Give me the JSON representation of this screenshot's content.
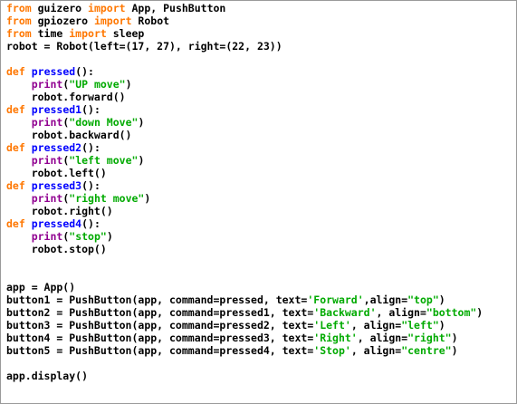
{
  "editor": {
    "colors": {
      "keyword": "#ff7700",
      "defname": "#0000ff",
      "builtin": "#900090",
      "string": "#00aa00",
      "text": "#000000",
      "background": "#ffffff"
    },
    "lines": [
      [
        {
          "t": "kw",
          "v": "from"
        },
        {
          "t": "n",
          "v": " guizero "
        },
        {
          "t": "kw",
          "v": "import"
        },
        {
          "t": "n",
          "v": " App, PushButton"
        }
      ],
      [
        {
          "t": "kw",
          "v": "from"
        },
        {
          "t": "n",
          "v": " gpiozero "
        },
        {
          "t": "kw",
          "v": "import"
        },
        {
          "t": "n",
          "v": " Robot"
        }
      ],
      [
        {
          "t": "kw",
          "v": "from"
        },
        {
          "t": "n",
          "v": " time "
        },
        {
          "t": "kw",
          "v": "import"
        },
        {
          "t": "n",
          "v": " sleep"
        }
      ],
      [
        {
          "t": "n",
          "v": "robot = Robot(left=(17, 27), right=(22, 23))"
        }
      ],
      [],
      [
        {
          "t": "kw",
          "v": "def"
        },
        {
          "t": "n",
          "v": " "
        },
        {
          "t": "fn",
          "v": "pressed"
        },
        {
          "t": "n",
          "v": "():"
        }
      ],
      [
        {
          "t": "n",
          "v": "    "
        },
        {
          "t": "bi",
          "v": "print"
        },
        {
          "t": "n",
          "v": "("
        },
        {
          "t": "str",
          "v": "\"UP move\""
        },
        {
          "t": "n",
          "v": ")"
        }
      ],
      [
        {
          "t": "n",
          "v": "    robot.forward()"
        }
      ],
      [
        {
          "t": "kw",
          "v": "def"
        },
        {
          "t": "n",
          "v": " "
        },
        {
          "t": "fn",
          "v": "pressed1"
        },
        {
          "t": "n",
          "v": "():"
        }
      ],
      [
        {
          "t": "n",
          "v": "    "
        },
        {
          "t": "bi",
          "v": "print"
        },
        {
          "t": "n",
          "v": "("
        },
        {
          "t": "str",
          "v": "\"down Move\""
        },
        {
          "t": "n",
          "v": ")"
        }
      ],
      [
        {
          "t": "n",
          "v": "    robot.backward()"
        }
      ],
      [
        {
          "t": "kw",
          "v": "def"
        },
        {
          "t": "n",
          "v": " "
        },
        {
          "t": "fn",
          "v": "pressed2"
        },
        {
          "t": "n",
          "v": "():"
        }
      ],
      [
        {
          "t": "n",
          "v": "    "
        },
        {
          "t": "bi",
          "v": "print"
        },
        {
          "t": "n",
          "v": "("
        },
        {
          "t": "str",
          "v": "\"left move\""
        },
        {
          "t": "n",
          "v": ")"
        }
      ],
      [
        {
          "t": "n",
          "v": "    robot.left()"
        }
      ],
      [
        {
          "t": "kw",
          "v": "def"
        },
        {
          "t": "n",
          "v": " "
        },
        {
          "t": "fn",
          "v": "pressed3"
        },
        {
          "t": "n",
          "v": "():"
        }
      ],
      [
        {
          "t": "n",
          "v": "    "
        },
        {
          "t": "bi",
          "v": "print"
        },
        {
          "t": "n",
          "v": "("
        },
        {
          "t": "str",
          "v": "\"right move\""
        },
        {
          "t": "n",
          "v": ")"
        }
      ],
      [
        {
          "t": "n",
          "v": "    robot.right()"
        }
      ],
      [
        {
          "t": "kw",
          "v": "def"
        },
        {
          "t": "n",
          "v": " "
        },
        {
          "t": "fn",
          "v": "pressed4"
        },
        {
          "t": "n",
          "v": "():"
        }
      ],
      [
        {
          "t": "n",
          "v": "    "
        },
        {
          "t": "bi",
          "v": "print"
        },
        {
          "t": "n",
          "v": "("
        },
        {
          "t": "str",
          "v": "\"stop\""
        },
        {
          "t": "n",
          "v": ")"
        }
      ],
      [
        {
          "t": "n",
          "v": "    robot.stop()"
        }
      ],
      [],
      [],
      [
        {
          "t": "n",
          "v": "app = App()"
        }
      ],
      [
        {
          "t": "n",
          "v": "button1 = PushButton(app, command=pressed, text="
        },
        {
          "t": "str",
          "v": "'Forward'"
        },
        {
          "t": "n",
          "v": ",align="
        },
        {
          "t": "str",
          "v": "\"top\""
        },
        {
          "t": "n",
          "v": ")"
        }
      ],
      [
        {
          "t": "n",
          "v": "button2 = PushButton(app, command=pressed1, text="
        },
        {
          "t": "str",
          "v": "'Backward'"
        },
        {
          "t": "n",
          "v": ", align="
        },
        {
          "t": "str",
          "v": "\"bottom\""
        },
        {
          "t": "n",
          "v": ")"
        }
      ],
      [
        {
          "t": "n",
          "v": "button3 = PushButton(app, command=pressed2, text="
        },
        {
          "t": "str",
          "v": "'Left'"
        },
        {
          "t": "n",
          "v": ", align="
        },
        {
          "t": "str",
          "v": "\"left\""
        },
        {
          "t": "n",
          "v": ")"
        }
      ],
      [
        {
          "t": "n",
          "v": "button4 = PushButton(app, command=pressed3, text="
        },
        {
          "t": "str",
          "v": "'Right'"
        },
        {
          "t": "n",
          "v": ", align="
        },
        {
          "t": "str",
          "v": "\"right\""
        },
        {
          "t": "n",
          "v": ")"
        }
      ],
      [
        {
          "t": "n",
          "v": "button5 = PushButton(app, command=pressed4, text="
        },
        {
          "t": "str",
          "v": "'Stop'"
        },
        {
          "t": "n",
          "v": ", align="
        },
        {
          "t": "str",
          "v": "\"centre\""
        },
        {
          "t": "n",
          "v": ")"
        }
      ],
      [],
      [
        {
          "t": "n",
          "v": "app.display()"
        }
      ]
    ]
  }
}
